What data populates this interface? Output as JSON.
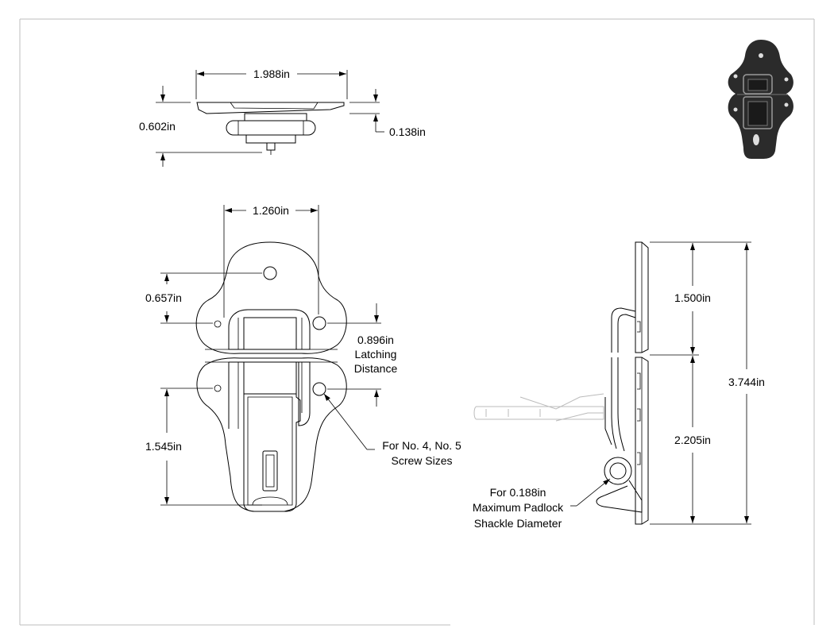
{
  "views": {
    "top": {
      "width": "1.988in",
      "height": "0.602in",
      "base_thickness": "0.138in"
    },
    "front": {
      "hole_spacing": "1.260in",
      "upper_offset": "0.657in",
      "latching": "0.896in",
      "latching_label_1": "Latching",
      "latching_label_2": "Distance",
      "lower_offset": "1.545in",
      "screw_note_1": "For No. 4, No. 5",
      "screw_note_2": "Screw Sizes"
    },
    "side": {
      "upper": "1.500in",
      "lower": "2.205in",
      "overall": "3.744in",
      "padlock_note_1": "For 0.188in",
      "padlock_note_2": "Maximum Padlock",
      "padlock_note_3": "Shackle Diameter"
    }
  },
  "thumbnail": {
    "icon": "latch-render-icon",
    "fill_color": "#2b2b2b"
  }
}
